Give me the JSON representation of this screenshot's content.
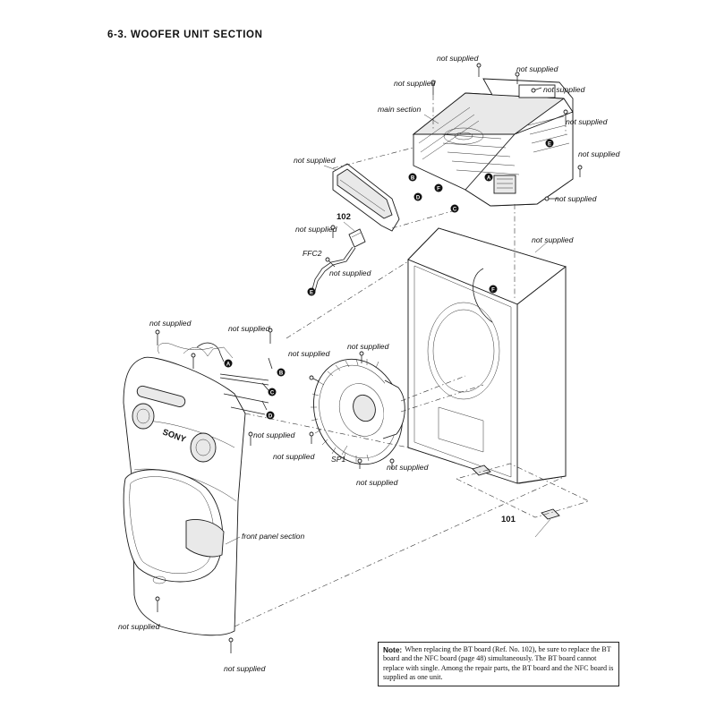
{
  "page": {
    "title": "6-3.   WOOFER UNIT SECTION"
  },
  "labels": {
    "not_supplied": "not supplied",
    "main_section": "main section",
    "front_panel_section": "front panel section",
    "ffc2": "FFC2",
    "sp1": "SP1",
    "ref_101": "101",
    "ref_102": "102",
    "sony": "SONY"
  },
  "connectors": [
    "A",
    "B",
    "C",
    "D",
    "E",
    "F"
  ],
  "note": {
    "label": "Note:",
    "text": "When replacing the BT board (Ref. No. 102), be sure to replace the BT board and the NFC board (page 48) simultaneously. The BT board cannot replace with single. Among the repair parts, the BT board and the NFC board is supplied as one unit."
  }
}
